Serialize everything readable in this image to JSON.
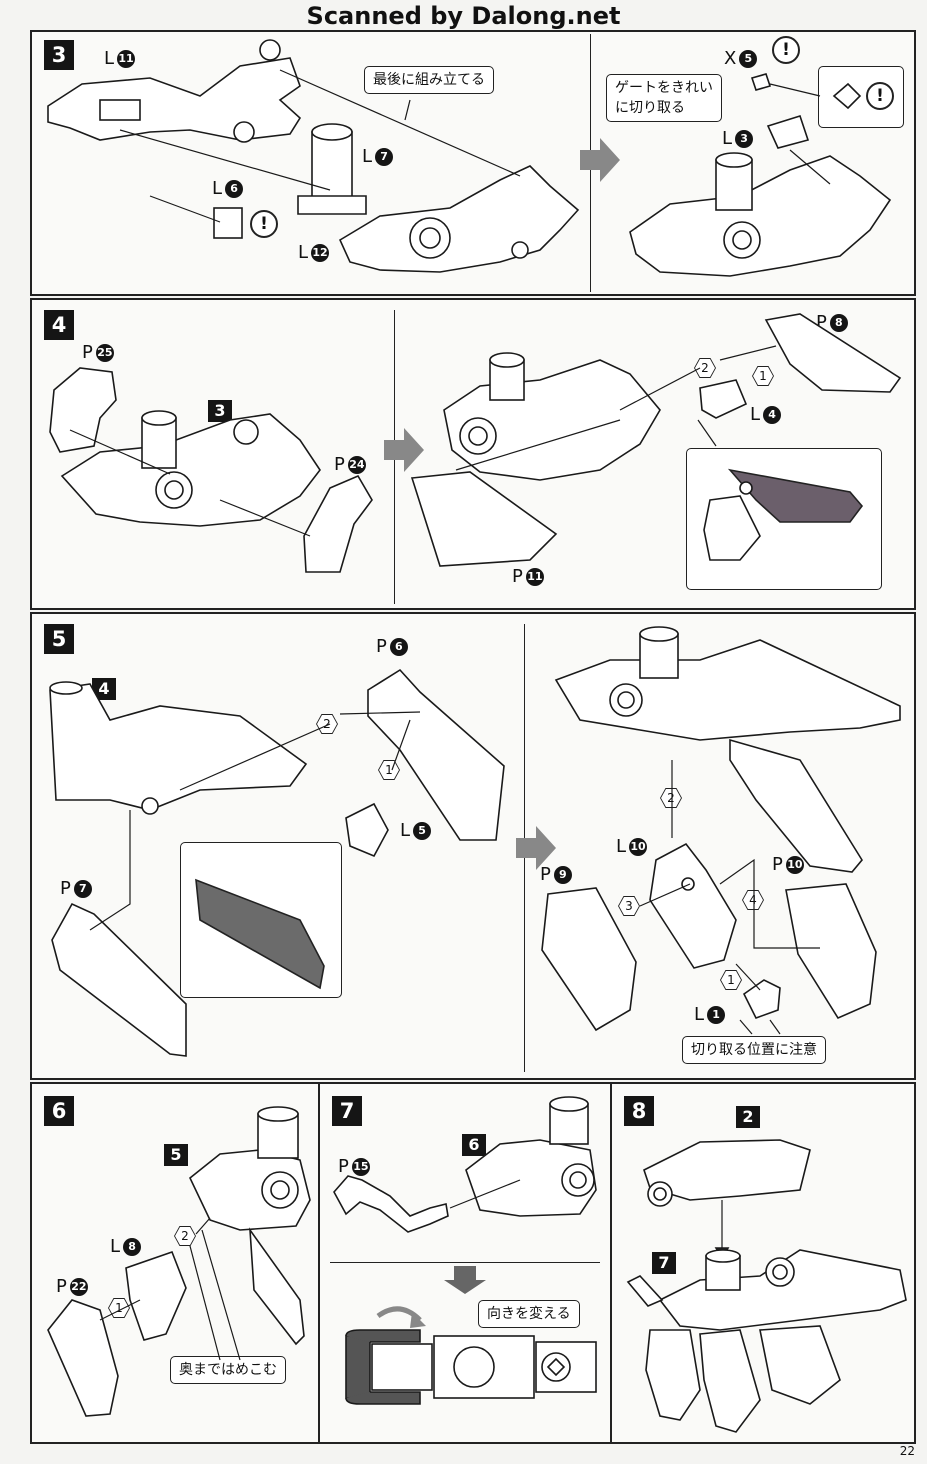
{
  "header": {
    "title": "Scanned by Dalong.net"
  },
  "page": {
    "number": "22"
  },
  "steps": {
    "s3": {
      "num": "3",
      "labels": {
        "l11": "11",
        "l7": "7",
        "l6": "6",
        "l12": "12",
        "x5": "5",
        "l3": "3"
      },
      "prefix_l": "L",
      "prefix_x": "X",
      "callout_last": "最後に組み立てる",
      "callout_gate": "ゲートをきれい\nに切り取る"
    },
    "s4": {
      "num": "4",
      "sub": "3",
      "labels": {
        "p25": "25",
        "p24": "24",
        "p11": "11",
        "p8": "8",
        "l4": "4"
      },
      "prefix_p": "P",
      "prefix_l": "L",
      "order1": "1",
      "order2": "2"
    },
    "s5": {
      "num": "5",
      "sub": "4",
      "labels": {
        "p6": "6",
        "l5": "5",
        "p7": "7",
        "l10": "10",
        "p9": "9",
        "p10": "10",
        "l1": "1"
      },
      "prefix_p": "P",
      "prefix_l": "L",
      "order1": "1",
      "order2": "2",
      "order3": "3",
      "order4": "4",
      "callout_cut": "切り取る位置に注意"
    },
    "s6": {
      "num": "6",
      "sub": "5",
      "labels": {
        "l8": "8",
        "p22": "22"
      },
      "prefix_p": "P",
      "prefix_l": "L",
      "order1": "1",
      "order2": "2",
      "callout_push": "奥まではめこむ"
    },
    "s7": {
      "num": "7",
      "sub": "6",
      "labels": {
        "p15": "15"
      },
      "prefix_p": "P",
      "callout_turn": "向きを変える"
    },
    "s8": {
      "num": "8",
      "sub_a": "2",
      "sub_b": "7"
    }
  }
}
